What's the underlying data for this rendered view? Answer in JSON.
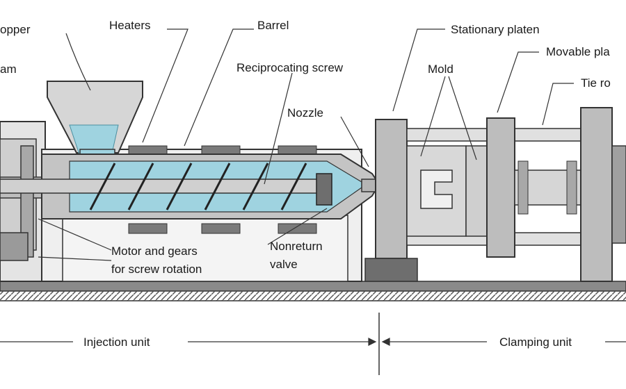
{
  "diagram": {
    "labels": {
      "hopper": "opper",
      "ram": "am",
      "heaters": "Heaters",
      "barrel": "Barrel",
      "screw": "Reciprocating screw",
      "nozzle": "Nozzle",
      "stationary_platen": "Stationary platen",
      "mold": "Mold",
      "movable_platen": "Movable pla",
      "tie_rod": "Tie ro",
      "motor_line1": "Motor and gears",
      "motor_line2": "for screw rotation",
      "nonreturn_line1": "Nonreturn",
      "nonreturn_line2": "valve",
      "injection_unit": "Injection unit",
      "clamping_unit": "Clamping unit"
    },
    "colors": {
      "metal_light": "#dcdcdc",
      "metal_mid": "#bdbdbd",
      "metal_dark": "#6e6e6e",
      "polymer": "#9fd3e0",
      "outline": "#333333",
      "ground": "#555555"
    }
  }
}
